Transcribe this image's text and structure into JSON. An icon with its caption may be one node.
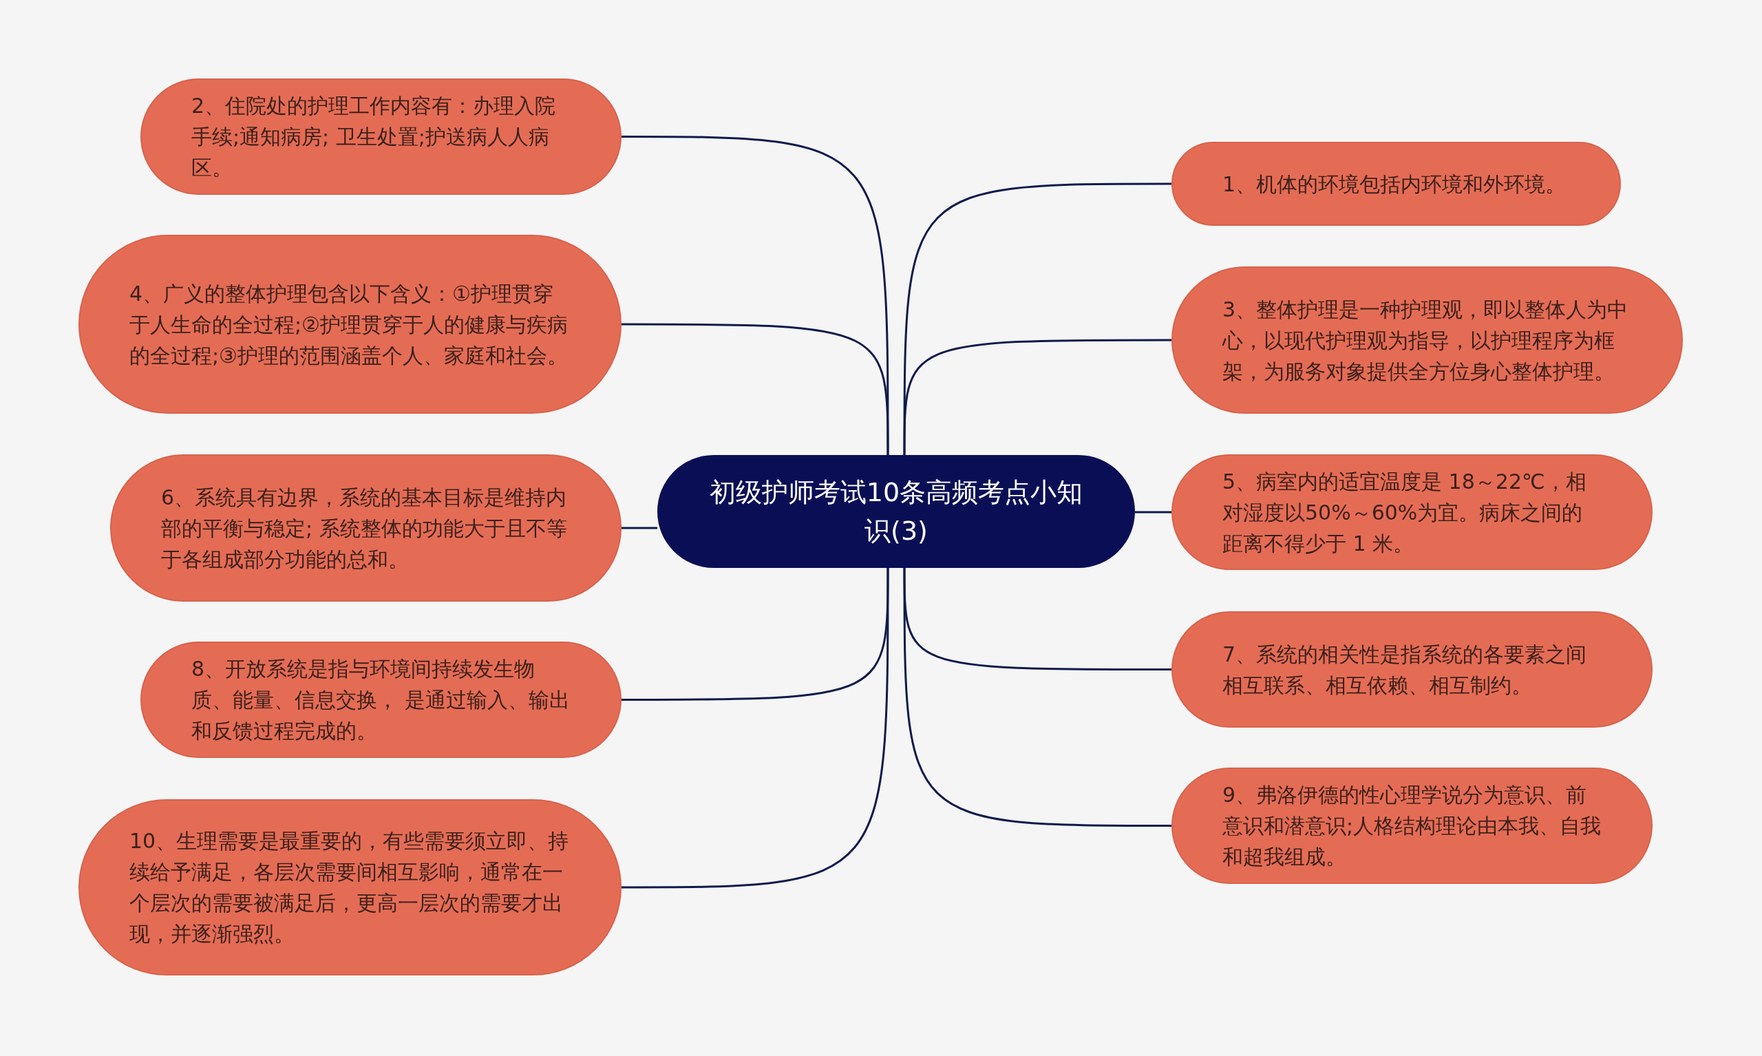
{
  "diagram": {
    "nodes": [
      {
        "text": [
          "初级护师考试10条高频考点小知识(3)"
        ]
      },
      {
        "text": [
          "1、机体的环境包括内环境和外环境。"
        ]
      },
      {
        "text": [
          "2、住院处的护理工作内容有：办理入院手续;通知病房; 卫生处置;护送病人人病区。"
        ]
      },
      {
        "text": [
          "3、整体护理是一种护理观，即以整体人为中心，以现代护理观为指导，以护理程序为框架，为服务对象提供全方位身心整体护理。"
        ]
      },
      {
        "text": [
          "4、广义的整体护理包含以下含义：①护理贯穿于人生命的全过程;②护理贯穿于人的健康与疾病的全过程;③护理的范围涵盖个人、家庭和社会。"
        ]
      },
      {
        "text": [
          "5、病室内的适宜温度是 18～22℃，相对湿度以50%～60%为宜。病床之间的距离不得少于 1 米。"
        ]
      },
      {
        "text": [
          "6、系统具有边界，系统的基本目标是维持内部的平衡与稳定; 系统整体的功能大于且不等于各组成部分功能的总和。"
        ]
      },
      {
        "text": [
          "7、系统的相关性是指系统的各要素之间相互联系、相互依赖、相互制约。"
        ]
      },
      {
        "text": [
          "8、开放系统是指与环境间持续发生物质、能量、信息交换， 是通过输入、输出和反馈过程完成的。"
        ]
      },
      {
        "text": [
          "9、弗洛伊德的性心理学说分为意识、前意识和潜意识;人格结构理论由本我、自我和超我组成。"
        ]
      },
      {
        "text": [
          "10、生理需要是最重要的，有些需要须立即、持续给予满足，各层次需要间相互影响，通常在一个层次的需要被满足后，更高一层次的需要才出现，并逐渐强烈。"
        ]
      }
    ],
    "edges": [
      {
        "from": 0,
        "to": 1,
        "arrow": "none"
      },
      {
        "from": 0,
        "to": 2,
        "arrow": "none"
      },
      {
        "from": 0,
        "to": 3,
        "arrow": "none"
      },
      {
        "from": 0,
        "to": 4,
        "arrow": "none"
      },
      {
        "from": 0,
        "to": 5,
        "arrow": "none"
      },
      {
        "from": 0,
        "to": 6,
        "arrow": "none"
      },
      {
        "from": 0,
        "to": 7,
        "arrow": "none"
      },
      {
        "from": 0,
        "to": 8,
        "arrow": "none"
      },
      {
        "from": 0,
        "to": 9,
        "arrow": "none"
      },
      {
        "from": 0,
        "to": 10,
        "arrow": "none"
      }
    ]
  }
}
